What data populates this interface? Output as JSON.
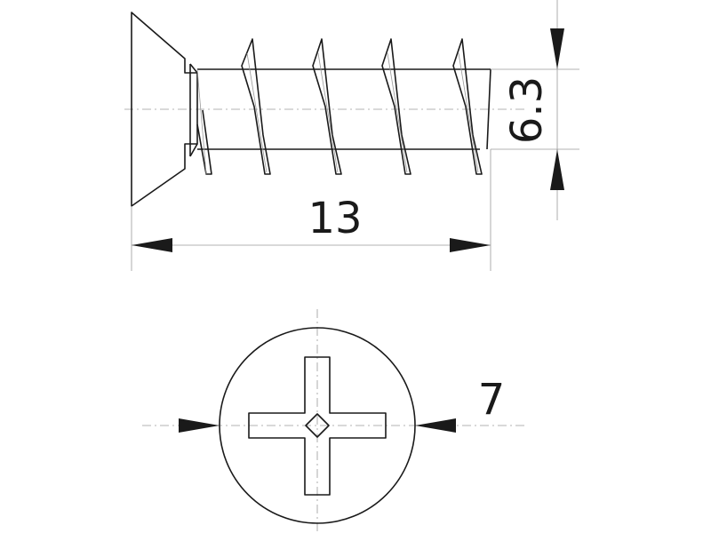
{
  "dimensions": {
    "length": "13",
    "thread_diameter": "6.3",
    "head_diameter": "7"
  }
}
